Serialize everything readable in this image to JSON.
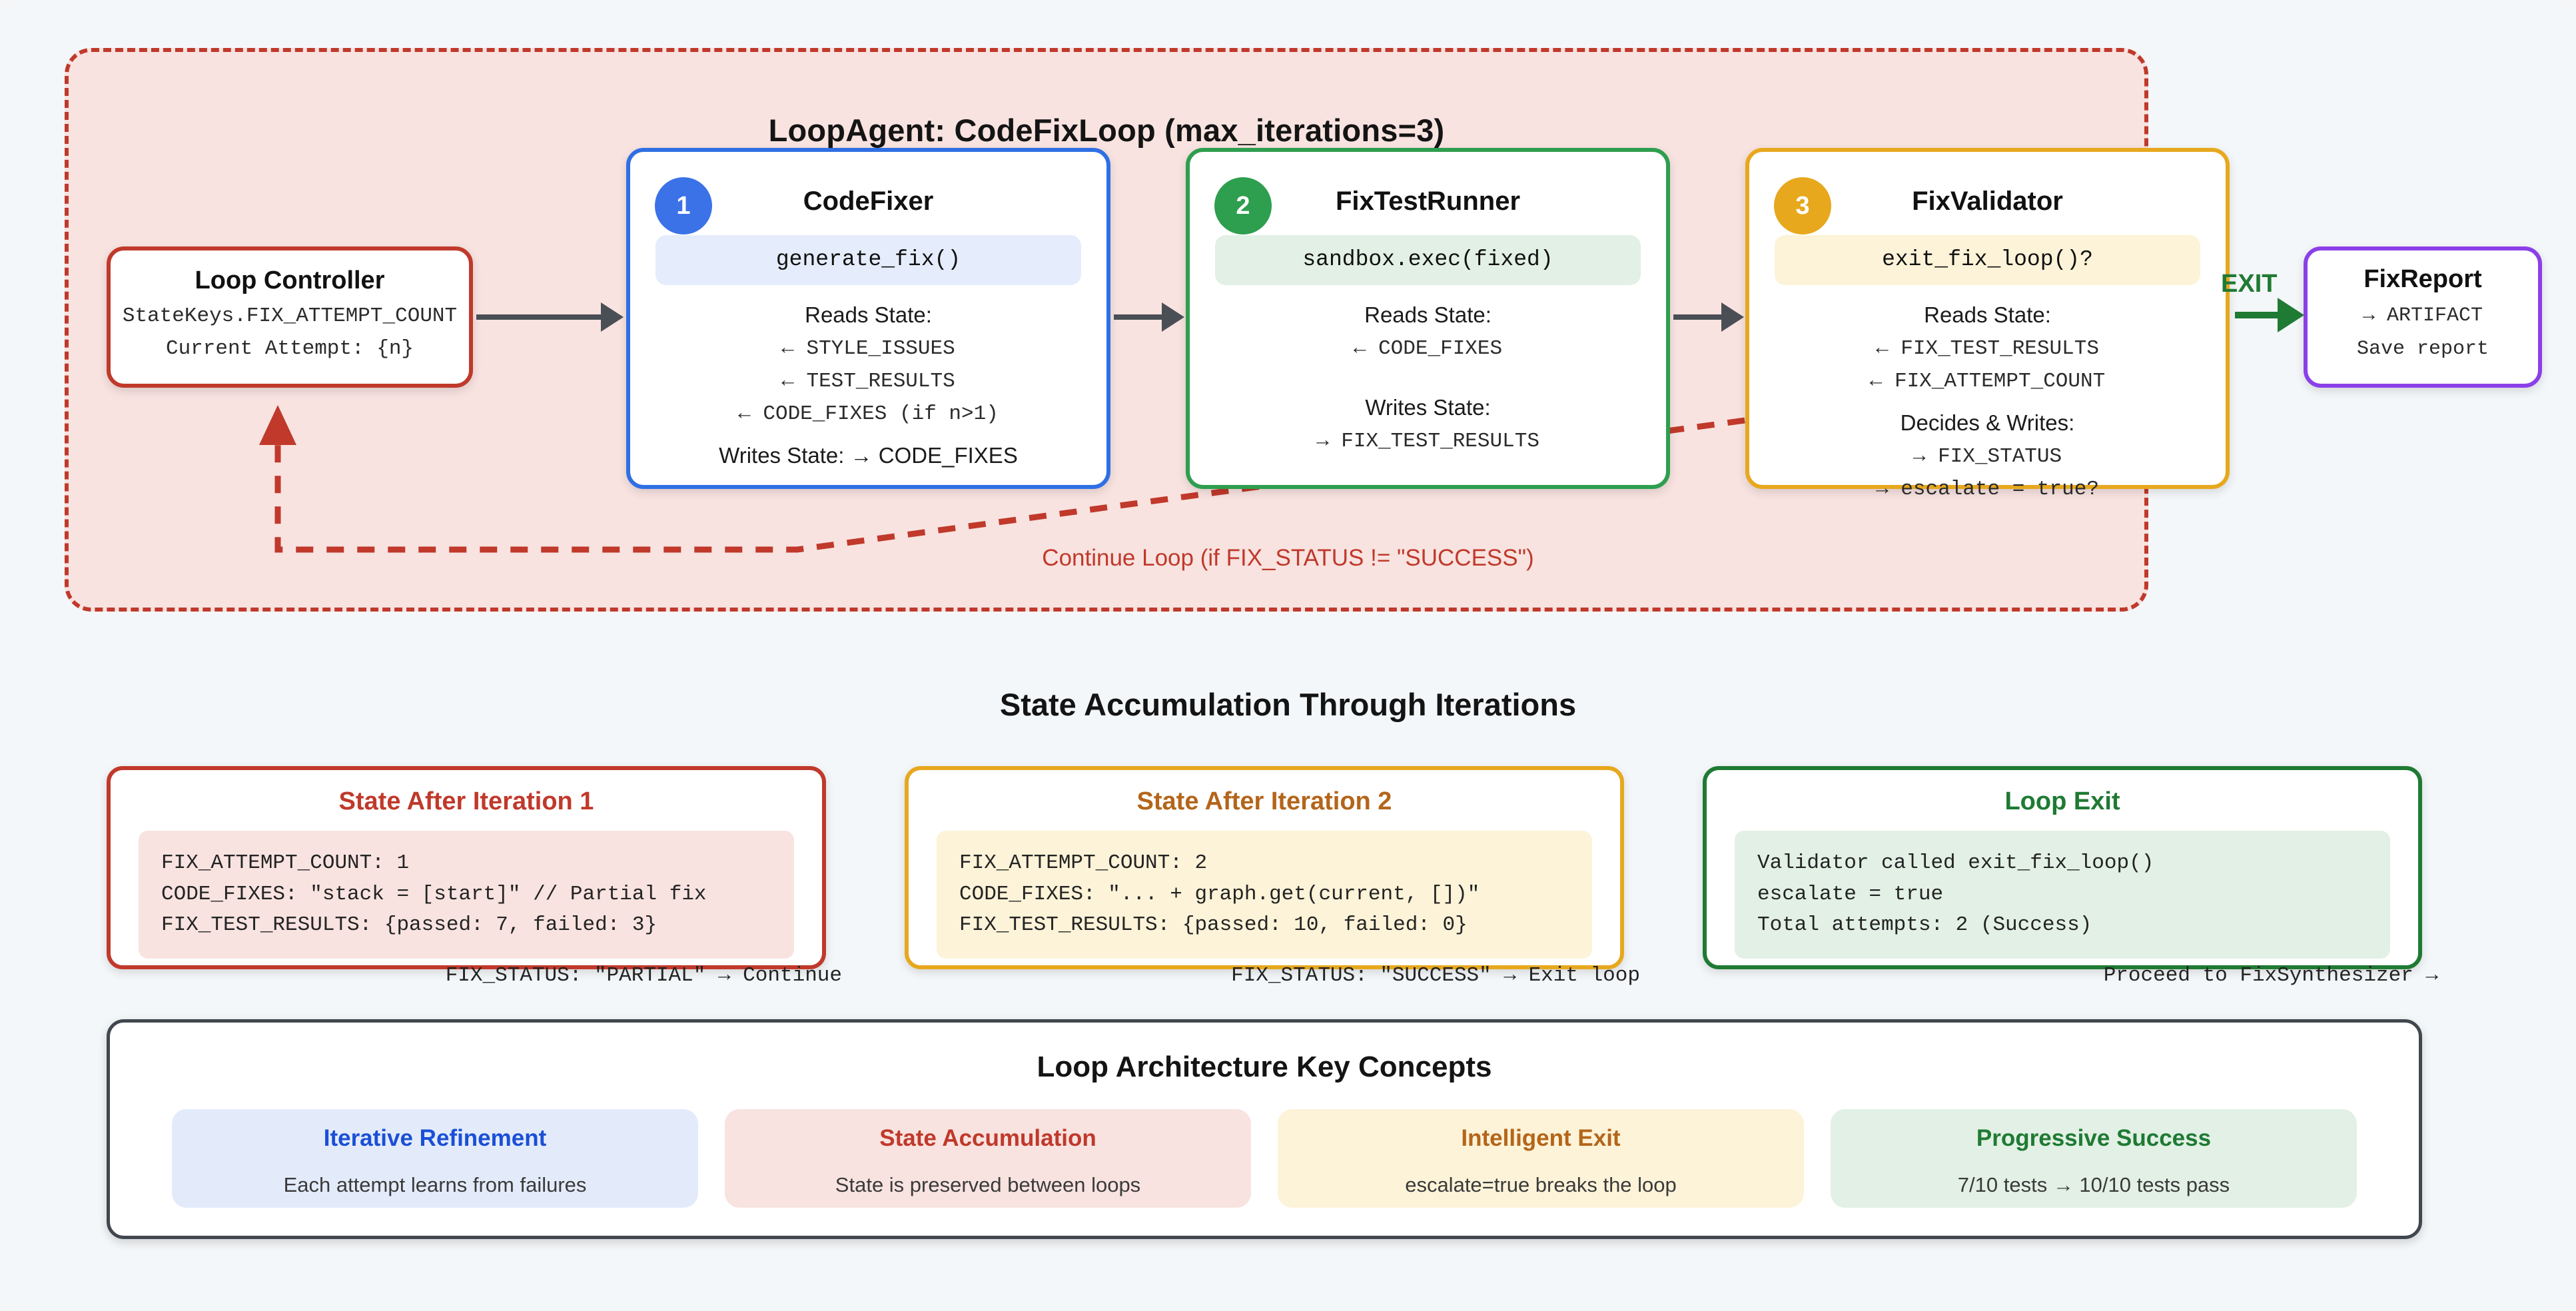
{
  "loop": {
    "title": "LoopAgent: CodeFixLoop (max_iterations=3)",
    "continue_label": "Continue Loop (if FIX_STATUS != \"SUCCESS\")",
    "exit_label": "EXIT"
  },
  "controller": {
    "title": "Loop Controller",
    "line1": "StateKeys.FIX_ATTEMPT_COUNT",
    "line2": "Current Attempt: {n}"
  },
  "steps": [
    {
      "badge": "1",
      "title": "CodeFixer",
      "chip": "generate_fix()",
      "reads_label": "Reads State:",
      "reads": [
        "← STYLE_ISSUES",
        "← TEST_RESULTS",
        "← CODE_FIXES (if n>1)"
      ],
      "writes_label": "Writes State: → CODE_FIXES",
      "writes": [],
      "color": "#2f6fe4"
    },
    {
      "badge": "2",
      "title": "FixTestRunner",
      "chip": "sandbox.exec(fixed)",
      "reads_label": "Reads State:",
      "reads": [
        "← CODE_FIXES"
      ],
      "writes_label": "Writes State:",
      "writes": [
        "→ FIX_TEST_RESULTS"
      ],
      "color": "#2e9e4f"
    },
    {
      "badge": "3",
      "title": "FixValidator",
      "chip": "exit_fix_loop()?",
      "reads_label": "Reads State:",
      "reads": [
        "← FIX_TEST_RESULTS",
        "← FIX_ATTEMPT_COUNT"
      ],
      "writes_label": "Decides & Writes:",
      "writes": [
        "→ FIX_STATUS",
        "→ escalate = true?"
      ],
      "color": "#e7a81e"
    }
  ],
  "report": {
    "title": "FixReport",
    "line1": "→ ARTIFACT",
    "line2": "Save report"
  },
  "state_section": {
    "heading": "State Accumulation Through Iterations",
    "cards": [
      {
        "title": "State After Iteration 1",
        "lines": [
          "FIX_ATTEMPT_COUNT: 1",
          "CODE_FIXES: \"stack = [start]\" // Partial fix",
          "FIX_TEST_RESULTS: {passed: 7, failed: 3}"
        ],
        "footer": "FIX_STATUS: \"PARTIAL\" → Continue",
        "accent": "#c0392b"
      },
      {
        "title": "State After Iteration 2",
        "lines": [
          "FIX_ATTEMPT_COUNT: 2",
          "CODE_FIXES: \"... + graph.get(current, [])\"",
          "FIX_TEST_RESULTS: {passed: 10, failed: 0}"
        ],
        "footer": "FIX_STATUS: \"SUCCESS\" → Exit loop",
        "accent": "#e7a81e"
      },
      {
        "title": "Loop Exit",
        "lines": [
          "Validator called exit_fix_loop()",
          "escalate = true",
          "Total attempts: 2 (Success)"
        ],
        "footer": "Proceed to FixSynthesizer →",
        "accent": "#1f7a33"
      }
    ]
  },
  "key_concepts": {
    "title": "Loop Architecture Key Concepts",
    "cards": [
      {
        "heading": "Iterative Refinement",
        "sub": "Each attempt learns from failures"
      },
      {
        "heading": "State Accumulation",
        "sub": "State is preserved between loops"
      },
      {
        "heading": "Intelligent Exit",
        "sub": "escalate=true breaks the loop"
      },
      {
        "heading": "Progressive Success",
        "sub": "7/10 tests → 10/10 tests pass"
      }
    ]
  },
  "colors": {
    "loop_border": "#c0392b",
    "loop_fill": "#f8e3e0",
    "blue": "#2f6fe4",
    "green": "#2e9e4f",
    "amber": "#e7a81e",
    "purple": "#8b3fe8",
    "exit_green": "#1f7a33"
  }
}
